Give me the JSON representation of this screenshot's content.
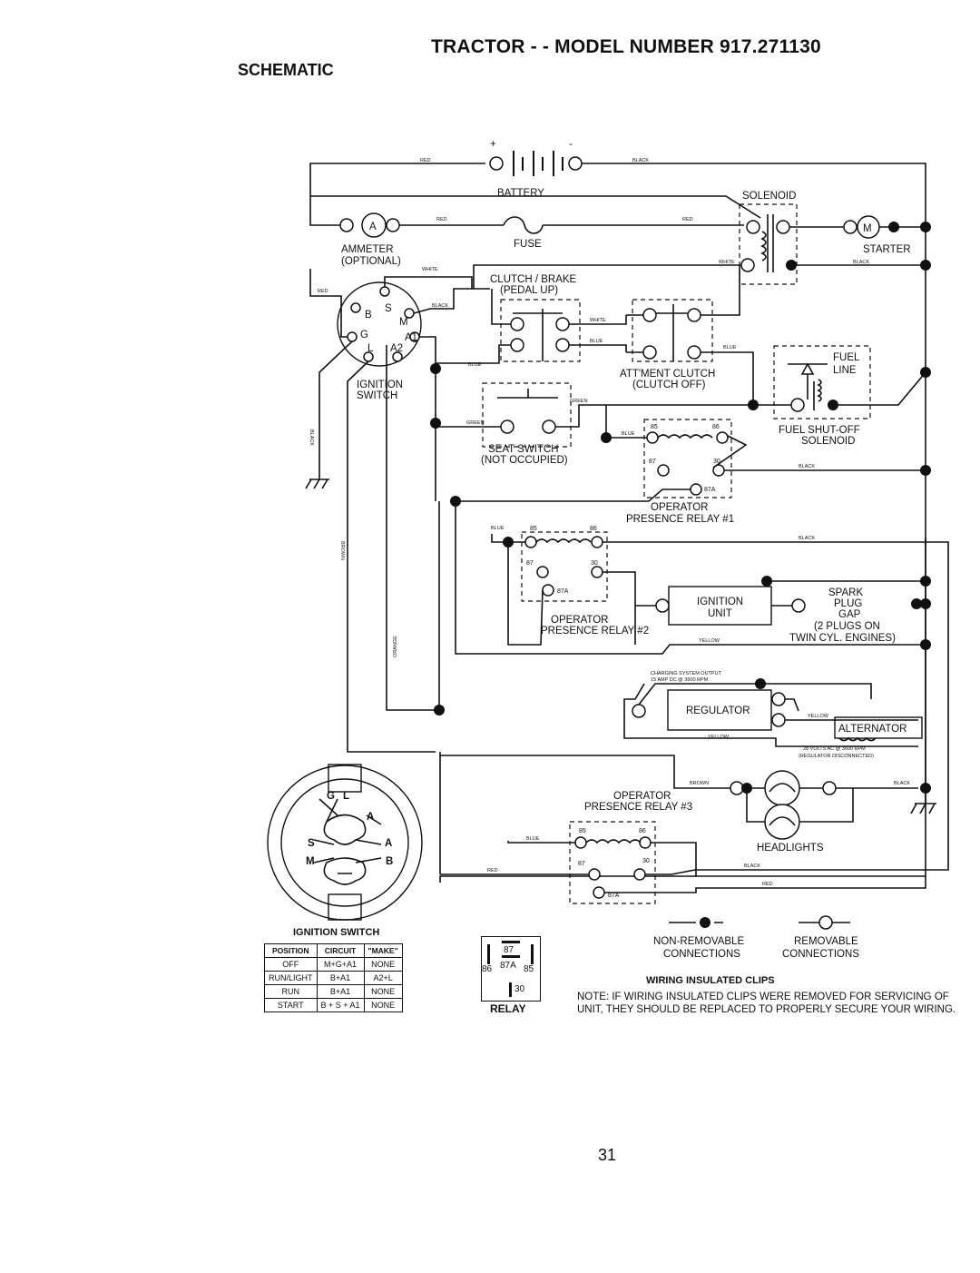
{
  "header": {
    "title": "TRACTOR - - MODEL NUMBER 917.271130",
    "subtitle": "SCHEMATIC"
  },
  "labels": {
    "battery": "BATTERY",
    "solenoid": "SOLENOID",
    "ammeter": "AMMETER",
    "optional": "(OPTIONAL)",
    "fuse": "FUSE",
    "starter": "STARTER",
    "clutch_brake": "CLUTCH / BRAKE",
    "pedal_up": "(PEDAL UP)",
    "ignition_switch": "IGNITION",
    "switch": "SWITCH",
    "attment_clutch": "ATT'MENT CLUTCH",
    "clutch_off": "(CLUTCH OFF)",
    "fuel": "FUEL",
    "line": "LINE",
    "fuel_shutoff": "FUEL SHUT-OFF",
    "fuel_solenoid": "SOLENOID",
    "seat_switch": "SEAT SWITCH",
    "not_occupied": "(NOT OCCUPIED)",
    "operator": "OPERATOR",
    "presence_relay_1": "PRESENCE RELAY #1",
    "presence_relay_2": "PRESENCE RELAY #2",
    "presence_relay_3": "PRESENCE RELAY #3",
    "ignition_unit_1": "IGNITION",
    "ignition_unit_2": "UNIT",
    "spark": "SPARK",
    "plug": "PLUG",
    "gap": "GAP",
    "plugs_on": "(2 PLUGS ON",
    "twin_cyl": "TWIN CYL. ENGINES)",
    "regulator": "REGULATOR",
    "alternator": "ALTERNATOR",
    "headlights": "HEADLIGHTS",
    "charging_1": "CHARGING SYSTEM OUTPUT",
    "charging_2": "15 AMP DC @ 3600 RPM",
    "alt_volts_1": "28 VOLTS AC @ 3600 RPM",
    "alt_volts_2": "(REGULATOR DISCONNECTED)",
    "r85": "85",
    "r86": "86",
    "r87": "87",
    "r30": "30",
    "r87a": "87A",
    "sw_b": "B",
    "sw_s": "S",
    "sw_m": "M",
    "sw_g": "G",
    "sw_a1": "A1",
    "sw_l": "L",
    "sw_a2": "A2",
    "amm_a": "A",
    "starter_m": "M",
    "plus": "+",
    "minus": "-"
  },
  "wire_colors": {
    "red": "RED",
    "black": "BLACK",
    "white": "WHITE",
    "blue": "BLUE",
    "green": "GREEN",
    "brown": "BROWN",
    "orange": "ORANGE",
    "yellow": "YELLOW"
  },
  "ignition_table": {
    "title": "IGNITION SWITCH",
    "headers": [
      "POSITION",
      "CIRCUIT",
      "\"MAKE\""
    ],
    "rows": [
      [
        "OFF",
        "M+G+A1",
        "NONE"
      ],
      [
        "RUN/LIGHT",
        "B+A1",
        "A2+L"
      ],
      [
        "RUN",
        "B+A1",
        "NONE"
      ],
      [
        "START",
        "B + S + A1",
        "NONE"
      ]
    ]
  },
  "relay": {
    "label": "RELAY",
    "p87": "87",
    "p87a": "87A",
    "p86": "86",
    "p85": "85",
    "p30": "30"
  },
  "legend": {
    "non_removable_1": "NON-REMOVABLE",
    "non_removable_2": "CONNECTIONS",
    "removable_1": "REMOVABLE",
    "removable_2": "CONNECTIONS",
    "clips_title": "WIRING INSULATED CLIPS",
    "note": "NOTE: IF WIRING INSULATED CLIPS WERE REMOVED FOR SERVICING OF UNIT, THEY SHOULD BE REPLACED TO PROPERLY SECURE YOUR WIRING."
  },
  "page_number": "31"
}
